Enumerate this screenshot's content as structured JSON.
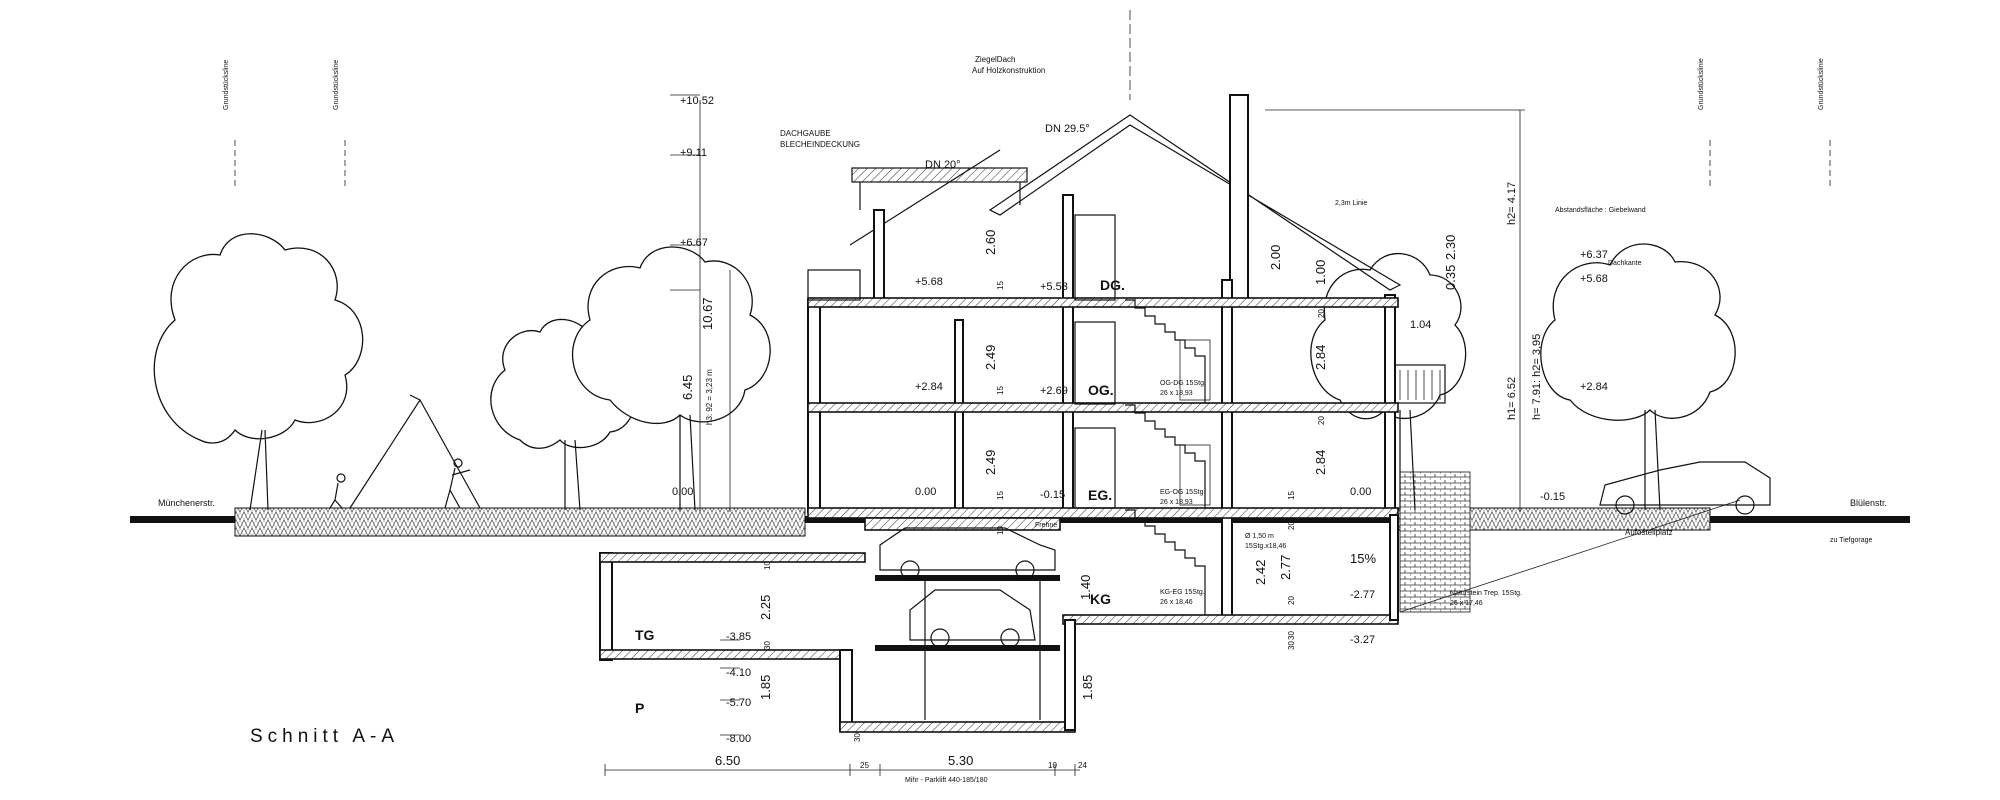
{
  "title": "Schnitt  A-A",
  "streets": {
    "left": "Münchenerstr.",
    "right": "Blülenstr."
  },
  "property_lines": [
    "Grundstücksline",
    "Grundstücksline",
    "Grundstückslinie",
    "Grundstückslinie"
  ],
  "roof_notes": {
    "main_roof": [
      "ZiegelDach",
      "Auf Holzkonstruktion"
    ],
    "dormer": [
      "DACHGAUBE",
      "BLECHEINDECKUNG"
    ],
    "main_pitch": "DN 29.5°",
    "dormer_pitch": "DN 20°",
    "line_note": "2,3m Linie",
    "gable_note": "Abstandsfläche : Giebelwand",
    "eave_note": "Dachkante"
  },
  "levels_left": [
    "+10.52",
    "+9.11",
    "+6.67",
    "+5.68",
    "+2.84",
    "0.00",
    "-3.85",
    "-4.10",
    "-5.70",
    "-8.00"
  ],
  "levels_core": [
    "+5.53",
    "+2.69",
    "-0.15"
  ],
  "levels_right": [
    "+6.37",
    "+5.68",
    "+2.84",
    "0.00",
    "-0.15",
    "-2.77",
    "-3.27"
  ],
  "heights_left": [
    "10.67",
    "6.45",
    "h3: 92 = 3,23 m"
  ],
  "heights_right": [
    "h2= 4.17",
    "h1= 6.52",
    "h= 7.91: h2= 3,95"
  ],
  "rooms": [
    "DG.",
    "OG.",
    "EG.",
    "KG",
    "TG",
    "P"
  ],
  "stairs": [
    "OG-DG 15Stg.",
    "26 x 18,93",
    "EG-OG 15Stg.",
    "26 x 18,93",
    "KG-EG 15Stg.",
    "26 x 18,46",
    "Ø 1,50 m",
    "15Stg.x18,46",
    "Naturstein Trep. 15Stg.",
    "26 x 17,46"
  ],
  "dims_vertical": [
    "2.60",
    "2.49",
    "2.49",
    "1.40",
    "2.25",
    "1.85",
    "1.85",
    "2.00",
    "1.00",
    "2.84",
    "2.84",
    "2.77",
    "2.42",
    "2.30",
    "0.35",
    "15",
    "15",
    "15",
    "15",
    "20",
    "20",
    "20",
    "10",
    "10",
    "30",
    "30",
    "30",
    "20",
    "30"
  ],
  "dims_horizontal": [
    "6.50",
    "25",
    "5.30",
    "10",
    "24"
  ],
  "misc": [
    "1.04",
    "15%",
    "Aufostellplatz",
    "zu Tiefgorage",
    "Mihr - Parklift 440-185/180",
    "Frehne"
  ]
}
